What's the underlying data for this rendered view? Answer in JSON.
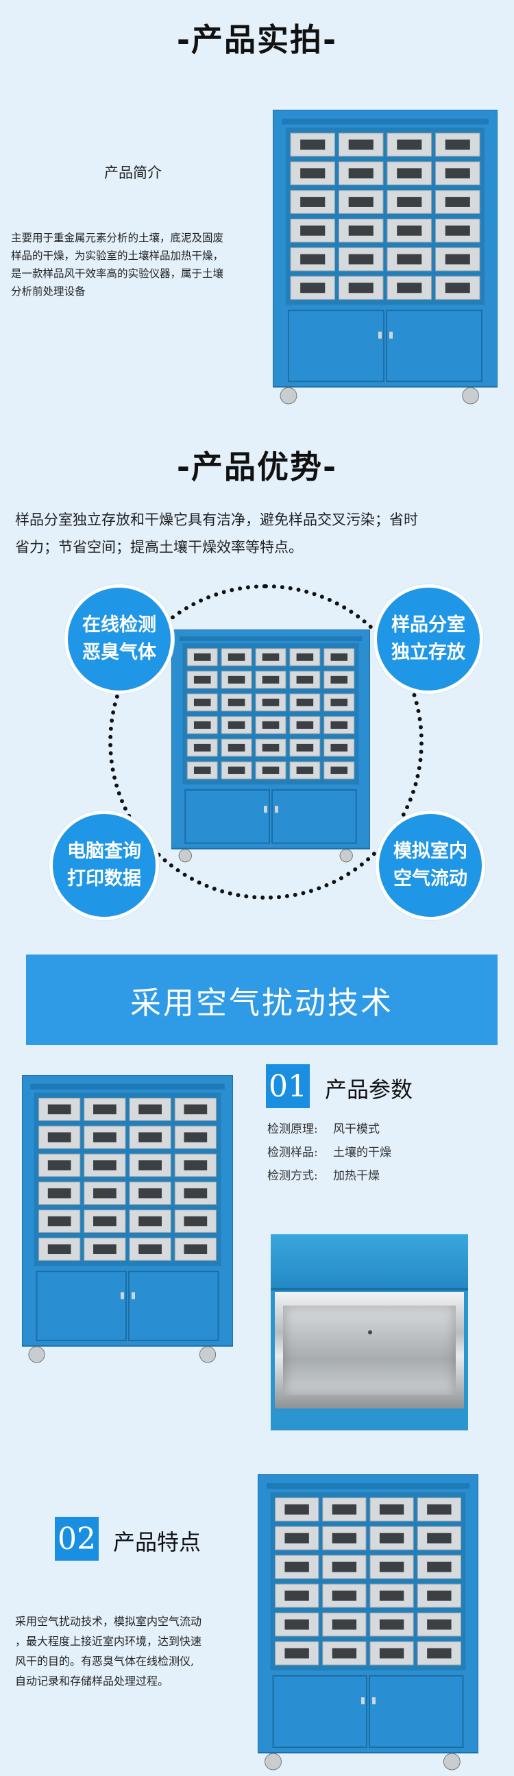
{
  "section_photo": {
    "title": "-产品实拍-"
  },
  "intro": {
    "heading": "产品简介",
    "lines": [
      "主要用于重金属元素分析的土壤，底泥及固废",
      "样品的干燥，为实验室的土壤样品加热干燥，",
      "是一款样品风干效率高的实验仪器，属于土壤",
      "分析前处理设备"
    ]
  },
  "section_advantage": {
    "title": "-产品优势-",
    "lines": [
      "样品分室独立存放和干燥它具有洁净，避免样品交叉污染；省时",
      "省力；节省空间；提高土壤干燥效率等特点。"
    ]
  },
  "features": [
    {
      "line1": "在线检测",
      "line2": "恶臭气体"
    },
    {
      "line1": "样品分室",
      "line2": "独立存放"
    },
    {
      "line1": "电脑查询",
      "line2": "打印数据"
    },
    {
      "line1": "模拟室内",
      "line2": "空气流动"
    }
  ],
  "banner": {
    "text": "采用空气扰动技术"
  },
  "params": {
    "number": "01",
    "title": "产品参数",
    "rows": [
      {
        "key": "检测原理:",
        "value": "风干模式"
      },
      {
        "key": "检测样品:",
        "value": "土壤的干燥"
      },
      {
        "key": "检测方式:",
        "value": "加热干燥"
      }
    ]
  },
  "features2": {
    "number": "02",
    "title": "产品特点",
    "lines": [
      "采用空气扰动技术，模拟室内空气流动",
      "，最大程度上接近室内环境，达到快速",
      "风干的目的。有恶臭气体在线检测仪,",
      "自动记录和存储样品处理过程。"
    ]
  },
  "colors": {
    "accent": "#1f96e6",
    "cabinet": "#2b8ed0",
    "background": "#e4f1fb"
  }
}
